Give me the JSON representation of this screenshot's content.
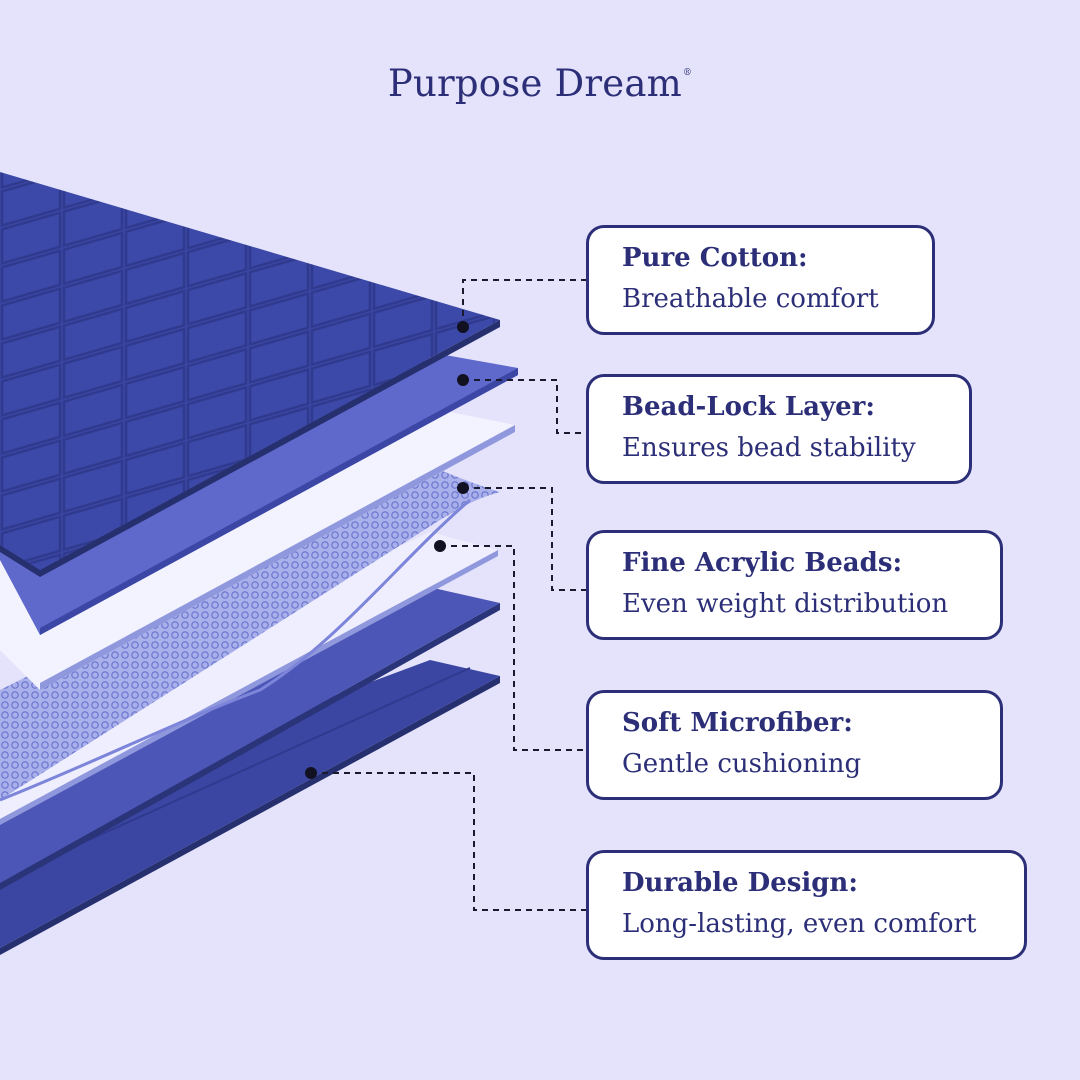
{
  "brand": {
    "name": "Purpose Dream",
    "mark": "®"
  },
  "layers": [
    {
      "title": "Pure Cotton:",
      "description": "Breathable comfort"
    },
    {
      "title": "Bead-Lock Layer:",
      "description": "Ensures bead stability"
    },
    {
      "title": "Fine Acrylic Beads:",
      "description": "Even weight distribution"
    },
    {
      "title": "Soft Microfiber:",
      "description": "Gentle cushioning"
    },
    {
      "title": "Durable Design:",
      "description": "Long-lasting, even comfort"
    }
  ],
  "colors": {
    "background": "#e4e3fb",
    "text": "#2c2f78",
    "cotton": "#3a46a2",
    "bead_lock": "#5f69cc",
    "beads": "#7b84d8",
    "microfiber": "#4c56b6",
    "durable": "#3a46a2"
  }
}
